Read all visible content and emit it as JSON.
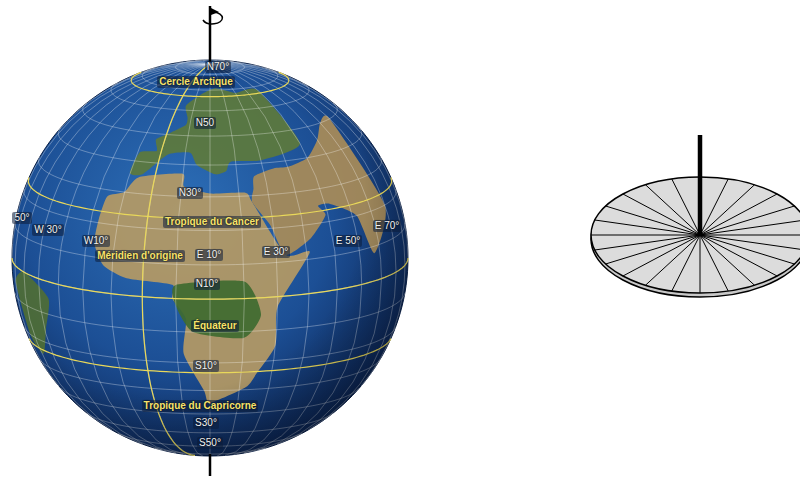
{
  "diagram": {
    "labels": [
      "N70°",
      "Cercle Arctique",
      "N50",
      "N30°",
      "Tropique du Cancer",
      "50°",
      "W 30°",
      "E 50°",
      "E 70°",
      "W10°",
      "Méridien d'origine",
      "E 10°",
      "E 30°",
      "N10°",
      "Équateur",
      "S10°",
      "Tropique du Capricorne",
      "S30°",
      "S50°"
    ]
  }
}
